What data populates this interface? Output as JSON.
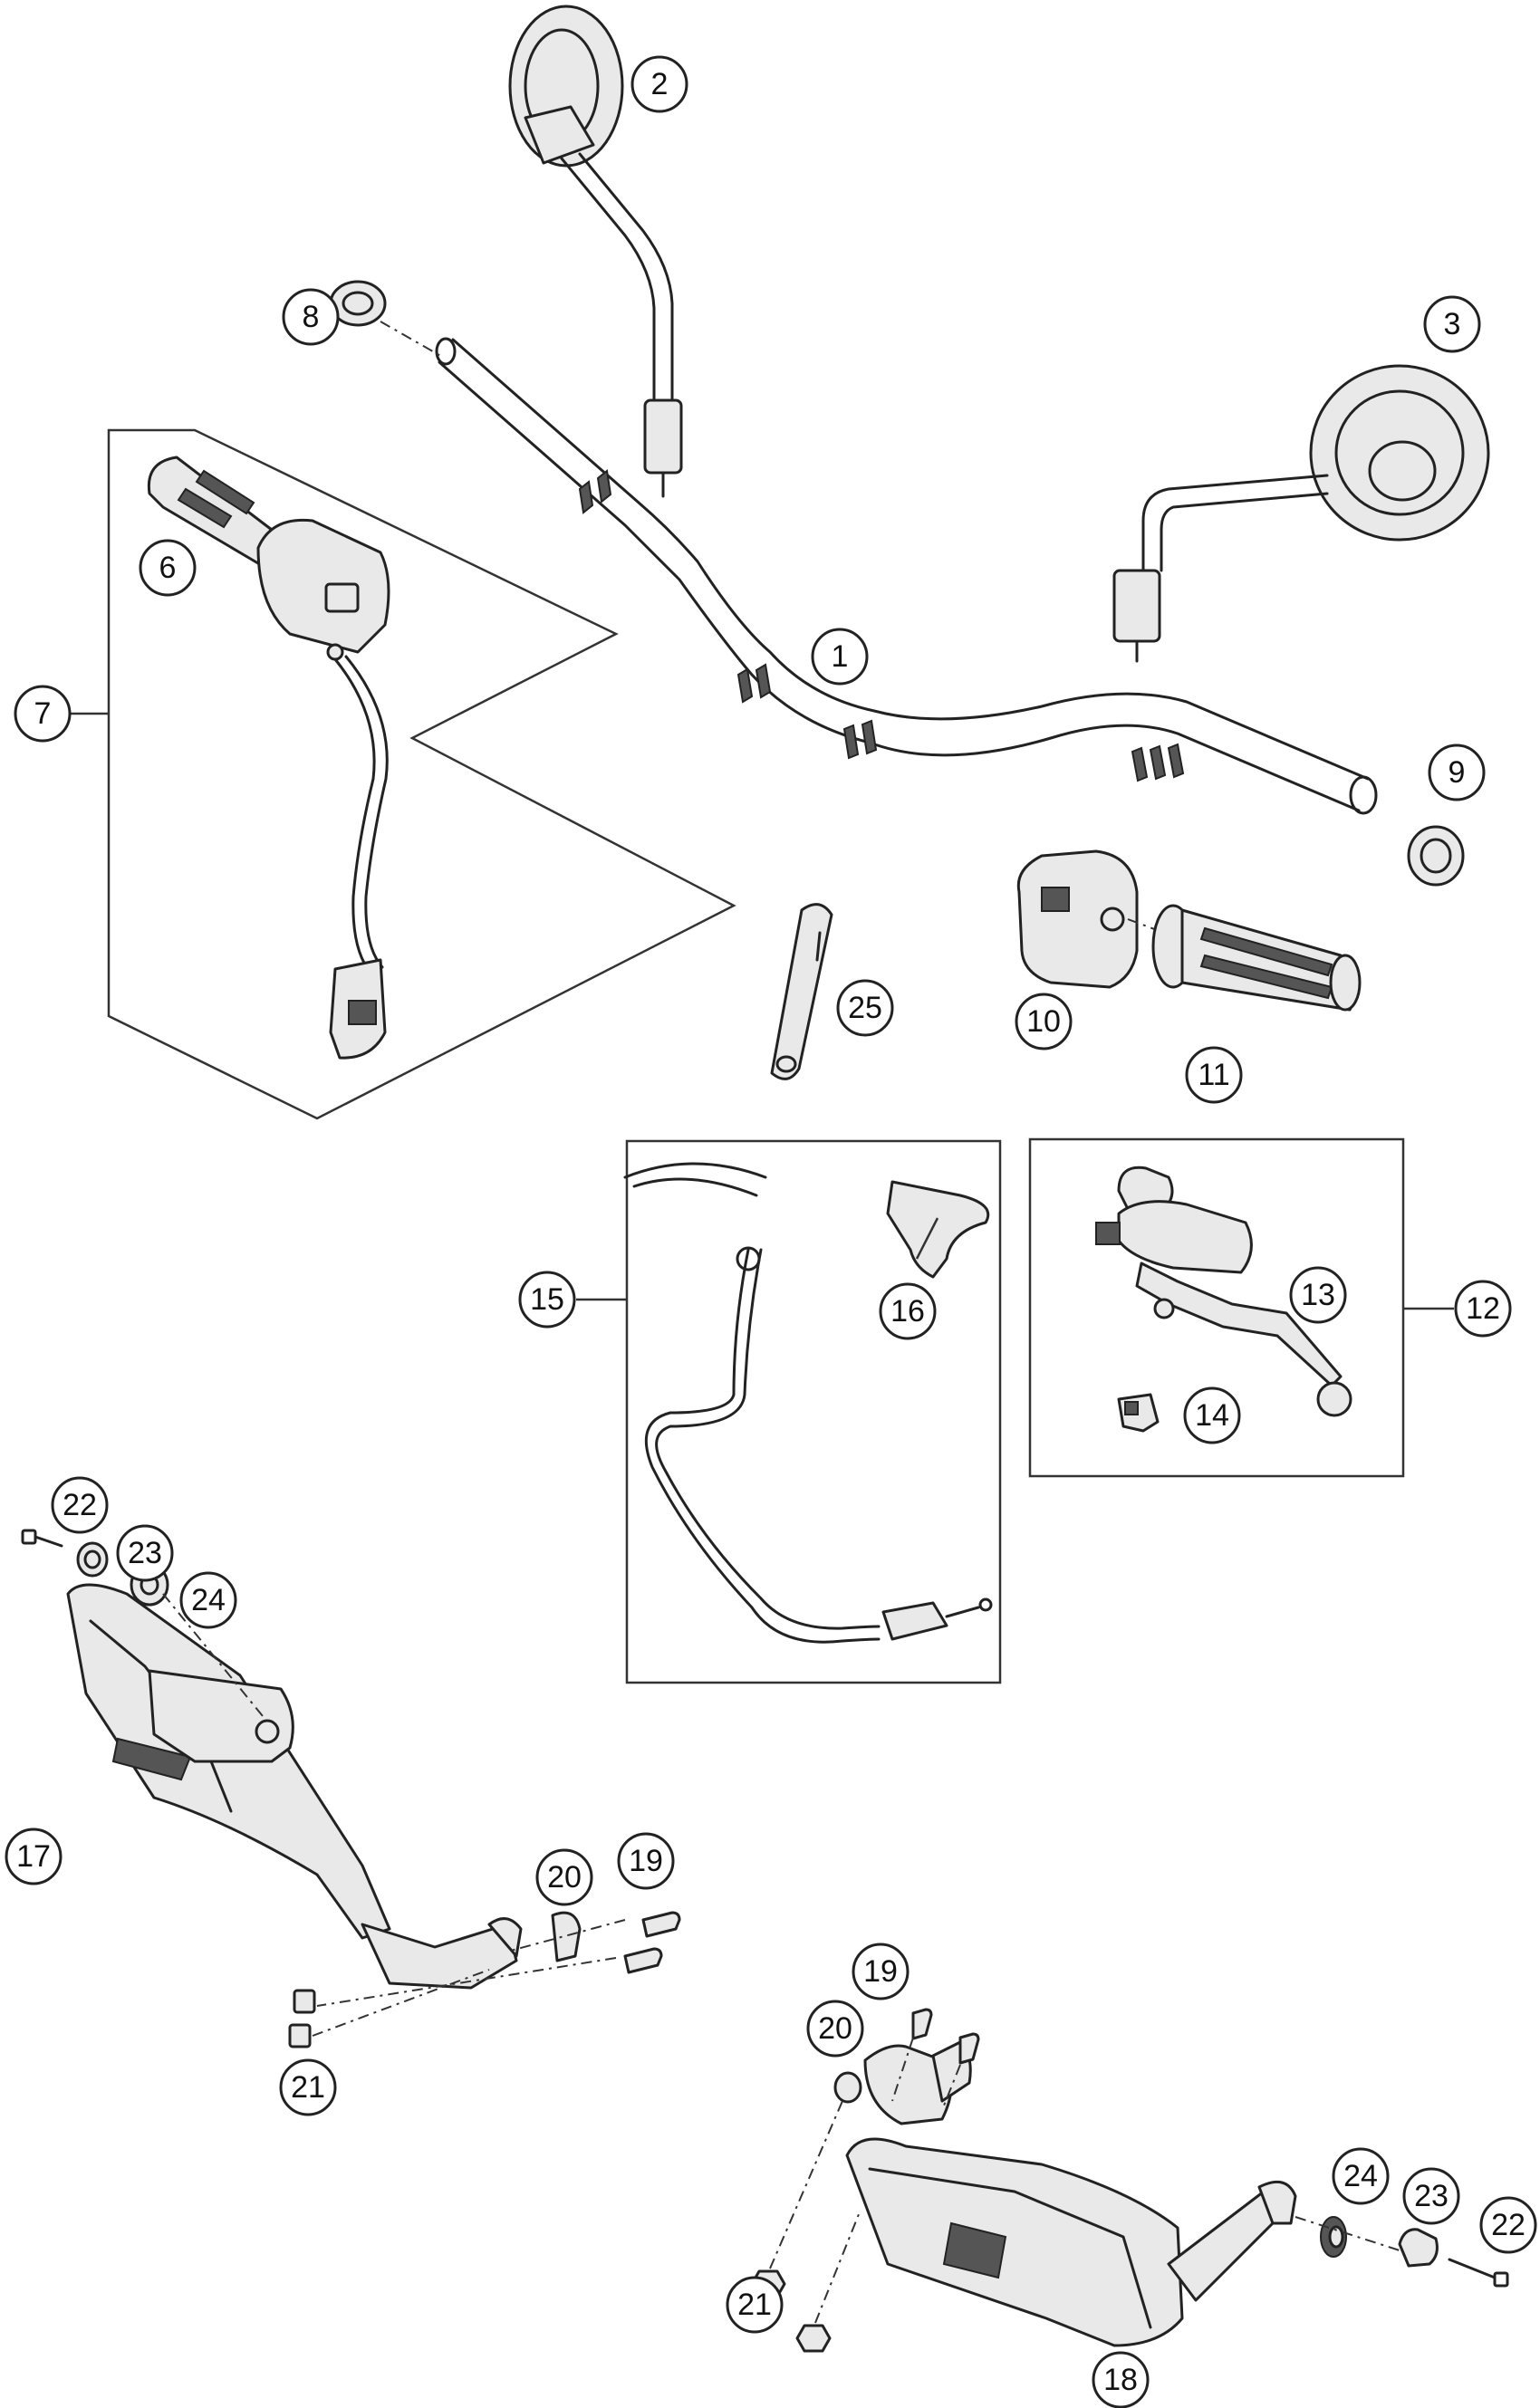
{
  "callouts": [
    {
      "id": "c1",
      "label": "1"
    },
    {
      "id": "c2",
      "label": "2"
    },
    {
      "id": "c3",
      "label": "3"
    },
    {
      "id": "c6",
      "label": "6"
    },
    {
      "id": "c7",
      "label": "7"
    },
    {
      "id": "c8",
      "label": "8"
    },
    {
      "id": "c9",
      "label": "9"
    },
    {
      "id": "c10",
      "label": "10"
    },
    {
      "id": "c11",
      "label": "11"
    },
    {
      "id": "c12",
      "label": "12"
    },
    {
      "id": "c13",
      "label": "13"
    },
    {
      "id": "c14",
      "label": "14"
    },
    {
      "id": "c15",
      "label": "15"
    },
    {
      "id": "c16",
      "label": "16"
    },
    {
      "id": "c17",
      "label": "17"
    },
    {
      "id": "c18",
      "label": "18"
    },
    {
      "id": "c19a",
      "label": "19"
    },
    {
      "id": "c19b",
      "label": "19"
    },
    {
      "id": "c20a",
      "label": "20"
    },
    {
      "id": "c20b",
      "label": "20"
    },
    {
      "id": "c21a",
      "label": "21"
    },
    {
      "id": "c21b",
      "label": "21"
    },
    {
      "id": "c22a",
      "label": "22"
    },
    {
      "id": "c22b",
      "label": "22"
    },
    {
      "id": "c23a",
      "label": "23"
    },
    {
      "id": "c23b",
      "label": "23"
    },
    {
      "id": "c24a",
      "label": "24"
    },
    {
      "id": "c24b",
      "label": "24"
    },
    {
      "id": "c25",
      "label": "25"
    }
  ]
}
